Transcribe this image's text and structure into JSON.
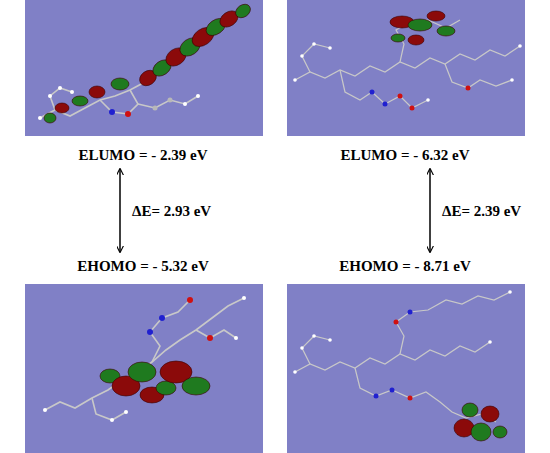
{
  "diagram": {
    "nodes": [
      {
        "text": [
          "ELUMO = - 2.39 eV"
        ]
      },
      {
        "text": [
          "EHOMO = - 5.32 eV"
        ]
      },
      {
        "text": [
          "ELUMO = - 6.32 eV"
        ]
      },
      {
        "text": [
          "EHOMO = - 8.71 eV"
        ]
      }
    ],
    "edges": [
      {
        "from": 0,
        "to": 1,
        "arrow": "both",
        "label": "ΔE= 2.93 eV"
      },
      {
        "from": 2,
        "to": 3,
        "arrow": "both",
        "label": "ΔE= 2.39 eV"
      }
    ]
  }
}
